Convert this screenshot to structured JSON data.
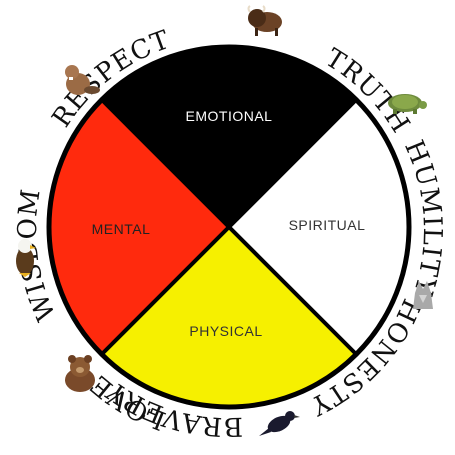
{
  "wheel": {
    "quadrants": [
      {
        "id": "emotional",
        "label": "EMOTIONAL",
        "color": "#000000",
        "text_color": "#ffffff"
      },
      {
        "id": "spiritual",
        "label": "SPIRITUAL",
        "color": "#ffffff",
        "text_color": "#333333"
      },
      {
        "id": "physical",
        "label": "PHYSICAL",
        "color": "#f6f000",
        "text_color": "#333333"
      },
      {
        "id": "mental",
        "label": "MENTAL",
        "color": "#ff2a0d",
        "text_color": "#222222"
      }
    ],
    "outline_color": "#000000"
  },
  "teachings": [
    {
      "word": "RESPECT",
      "animal": "bison-icon"
    },
    {
      "word": "TRUTH",
      "animal": "turtle-icon"
    },
    {
      "word": "HUMILITY",
      "animal": "wolf-icon"
    },
    {
      "word": "HONESTY",
      "animal": "raven-icon"
    },
    {
      "word": "BRAVERY",
      "animal": "bear-icon"
    },
    {
      "word": "LOVE",
      "animal": "eagle-icon"
    },
    {
      "word": "WISDOM",
      "animal": "beaver-icon"
    }
  ]
}
